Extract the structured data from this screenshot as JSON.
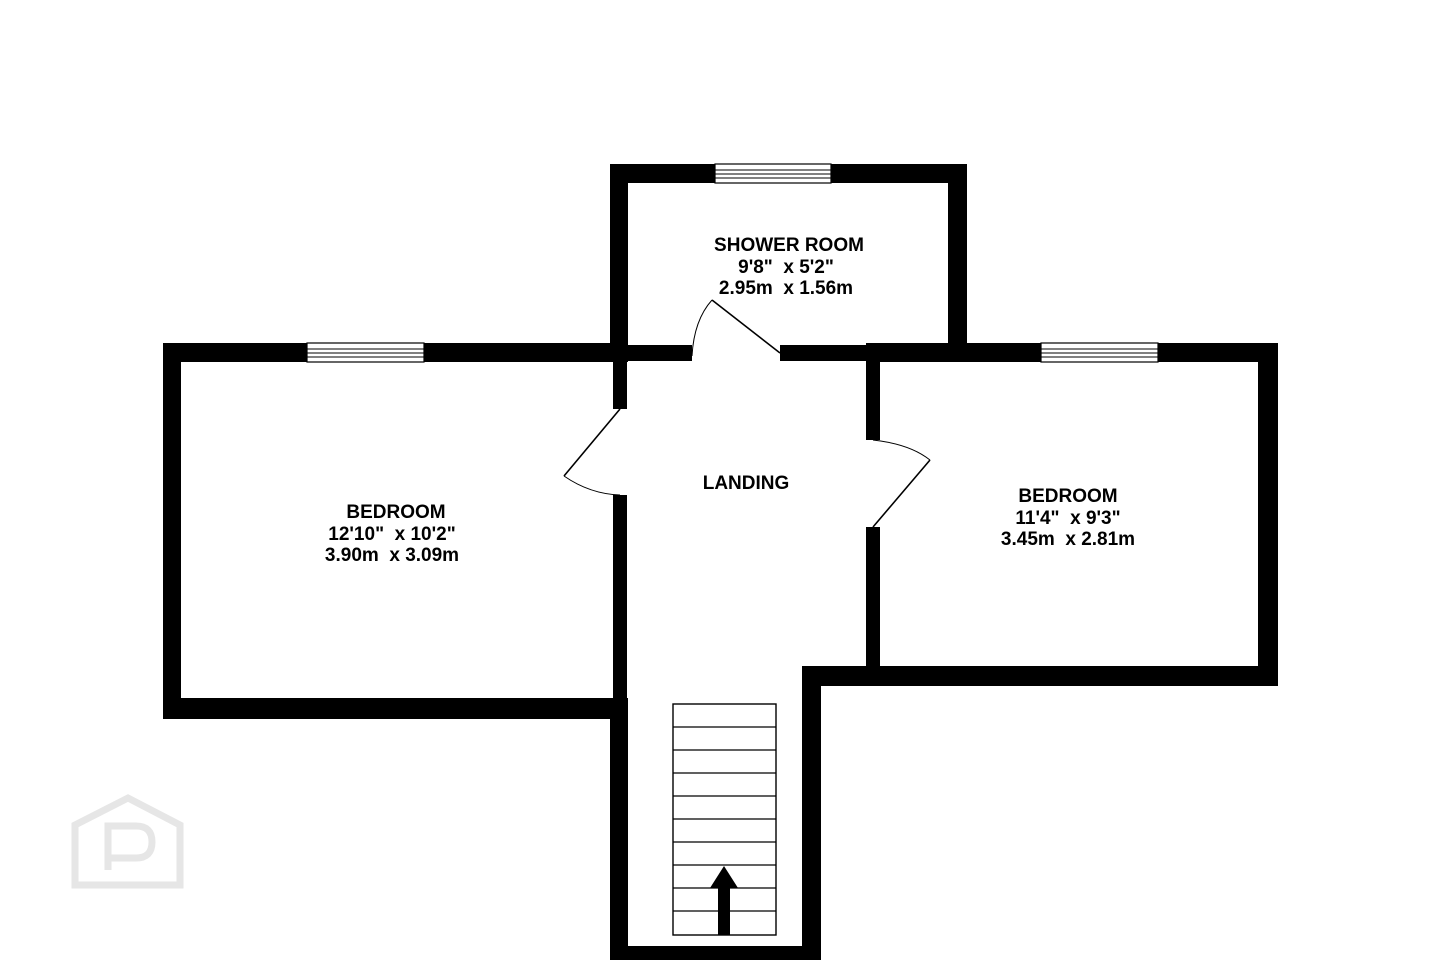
{
  "floorplan": {
    "rooms": {
      "shower_room": {
        "name": "SHOWER ROOM",
        "imperial": "9'8\"  x 5'2\"",
        "metric": "2.95m  x 1.56m"
      },
      "landing": {
        "name": "LANDING"
      },
      "bedroom_left": {
        "name": "BEDROOM",
        "imperial": "12'10\"  x 10'2\"",
        "metric": "3.90m  x 3.09m"
      },
      "bedroom_right": {
        "name": "BEDROOM",
        "imperial": "11'4\"  x 9'3\"",
        "metric": "3.45m  x 2.81m"
      }
    },
    "stair_direction": "up",
    "colors": {
      "walls": "#000000",
      "background": "#ffffff",
      "watermark": "#e6e6e6"
    },
    "watermark_icon": "house-p-logo-icon"
  }
}
